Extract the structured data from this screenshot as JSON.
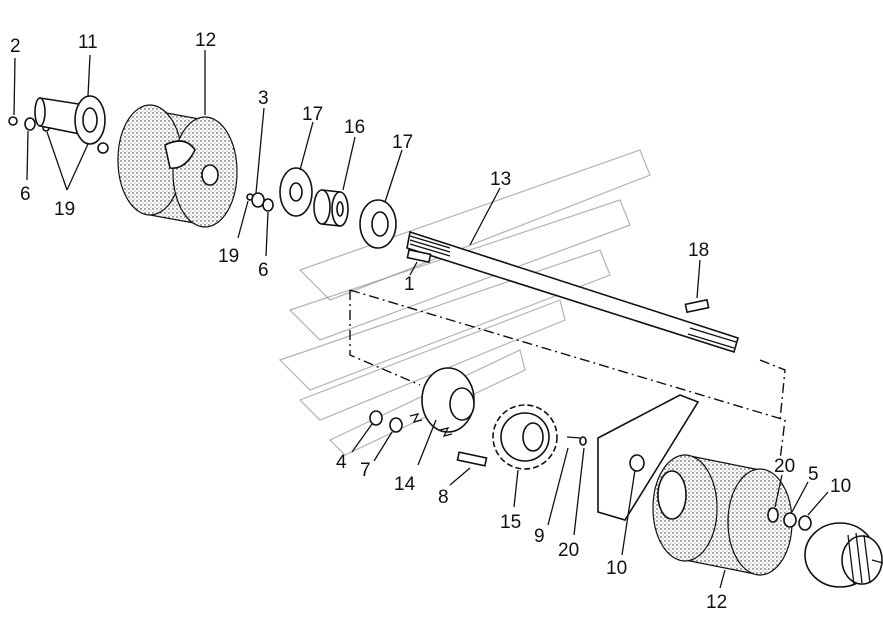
{
  "callouts": {
    "c2": "2",
    "c11": "11",
    "c12_top": "12",
    "c3": "3",
    "c17_left": "17",
    "c16": "16",
    "c17_right": "17",
    "c6_left": "6",
    "c19_left": "19",
    "c19_mid": "19",
    "c6_mid": "6",
    "c13": "13",
    "c1": "1",
    "c18": "18",
    "c4": "4",
    "c7": "7",
    "c14": "14",
    "c8": "8",
    "c15": "15",
    "c9": "9",
    "c20_left": "20",
    "c10_mid": "10",
    "c20_right": "20",
    "c5": "5",
    "c10_right": "10",
    "c12_bottom": "12"
  }
}
